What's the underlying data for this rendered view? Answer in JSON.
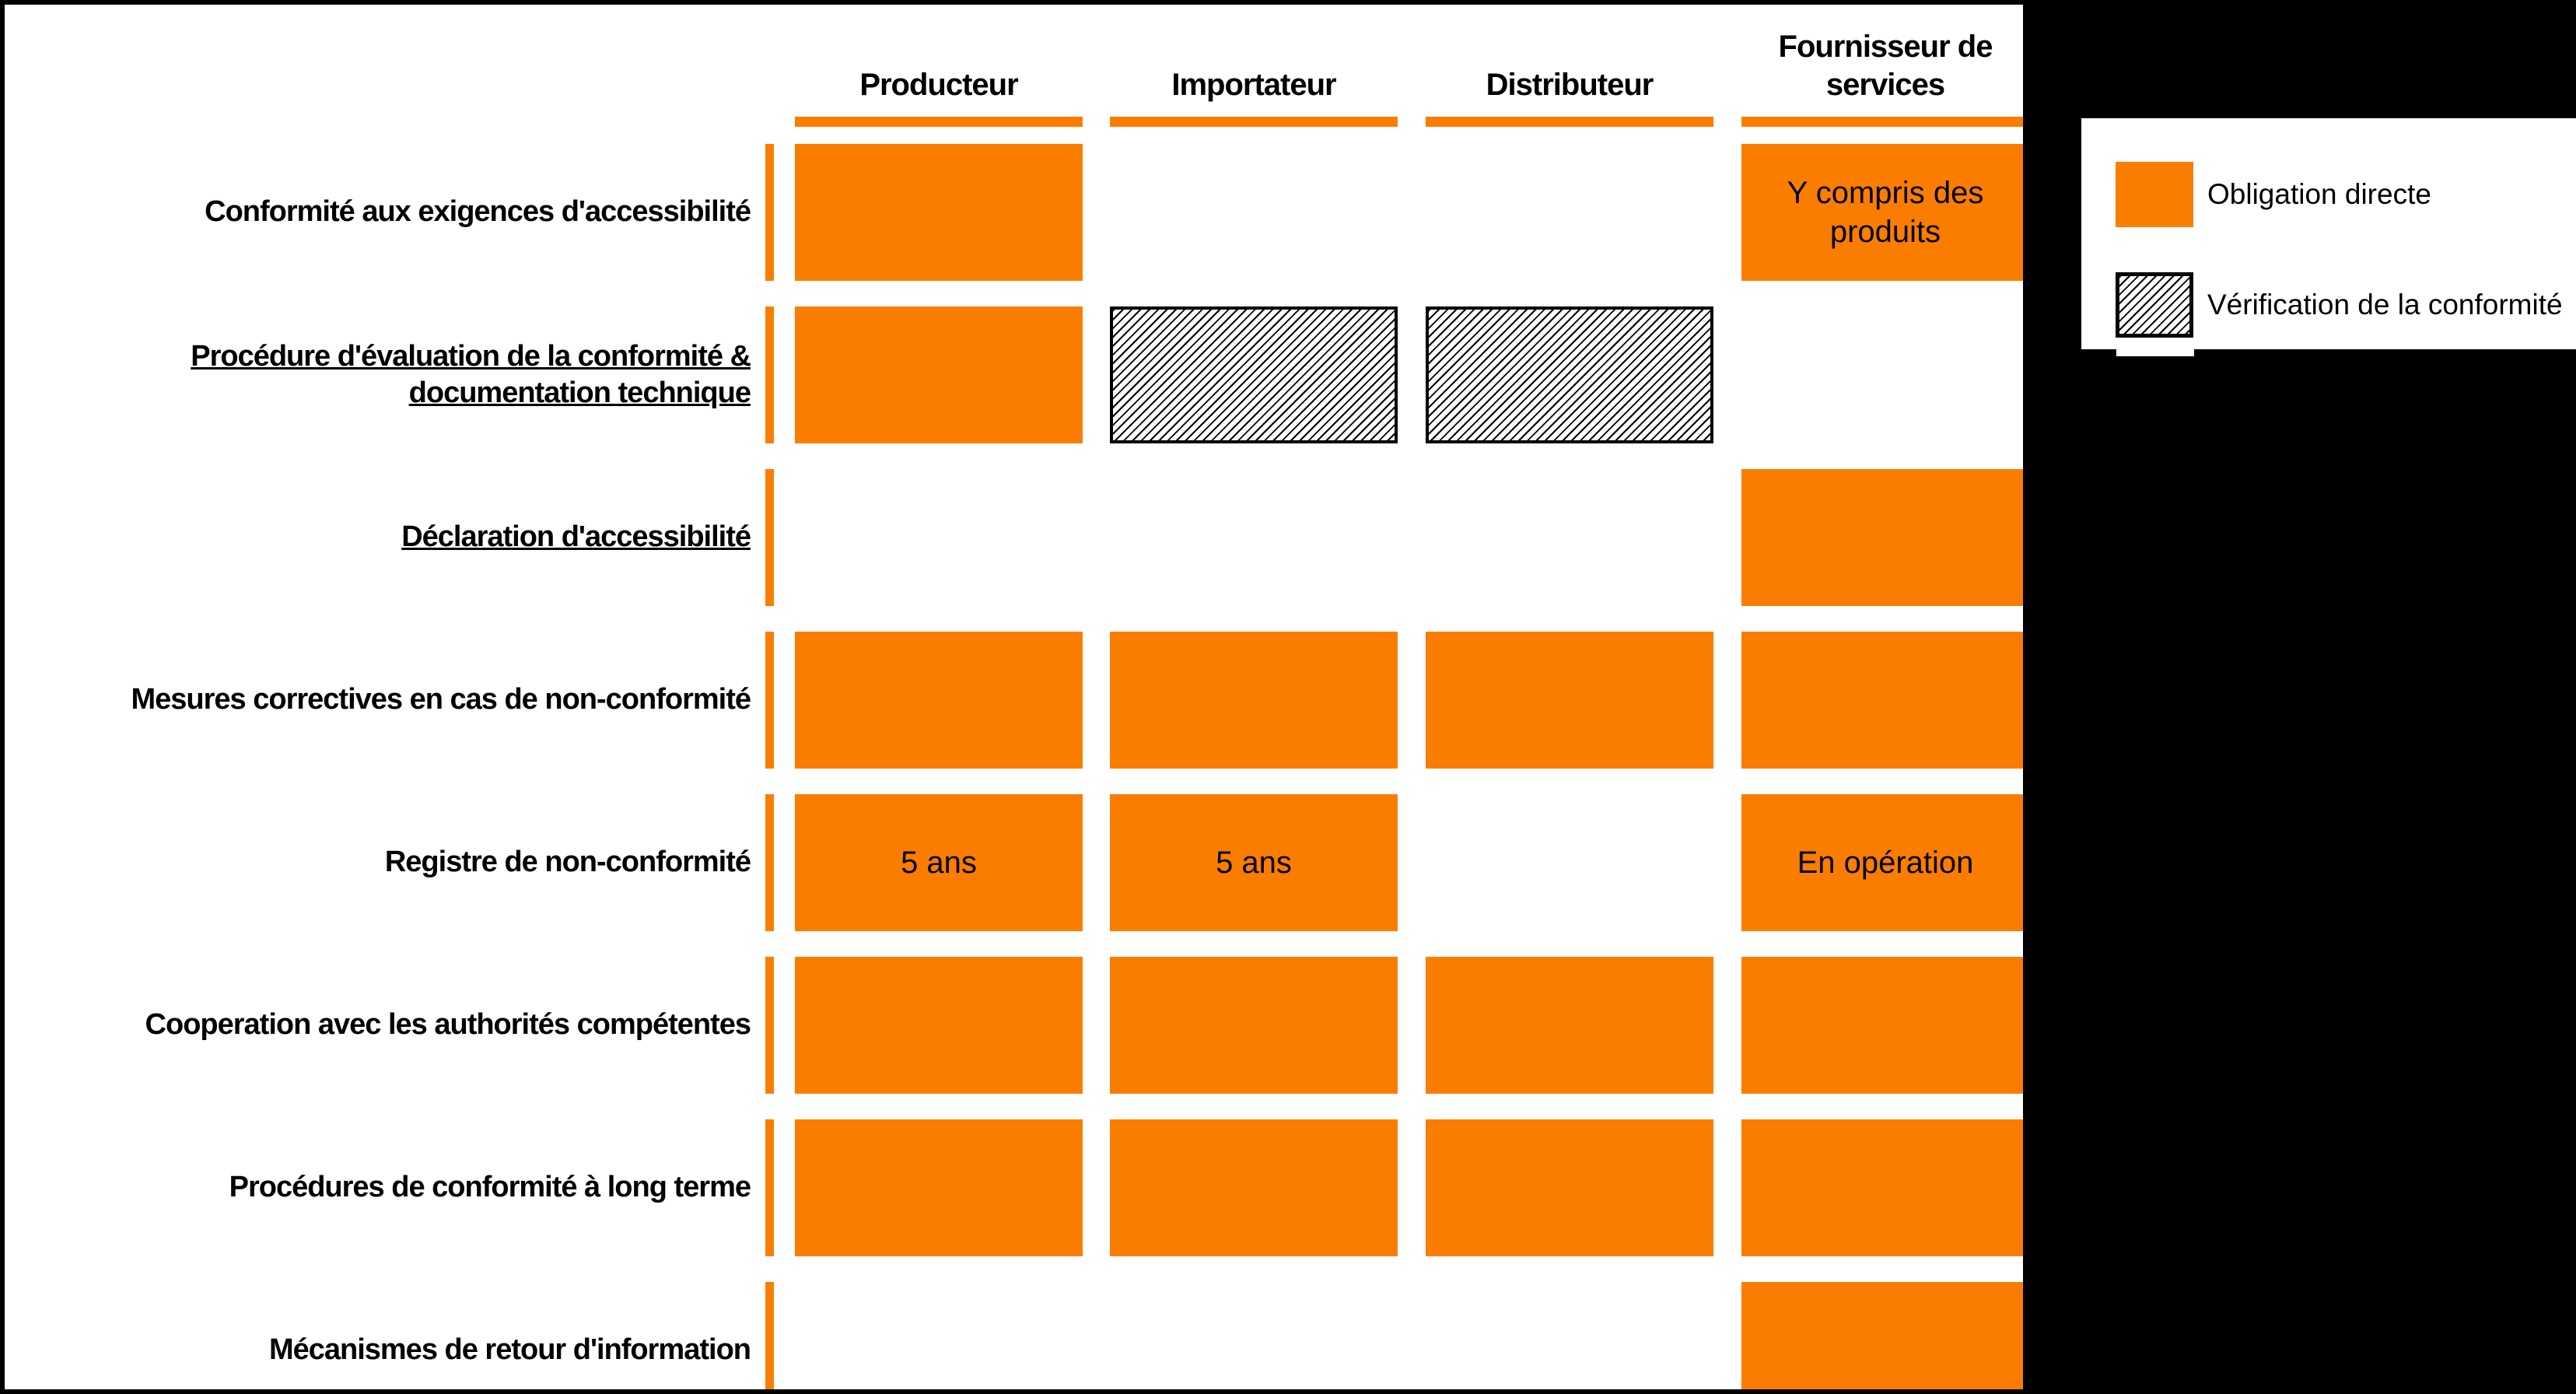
{
  "columns": [
    {
      "label": "Producteur"
    },
    {
      "label": "Importateur"
    },
    {
      "label": "Distributeur"
    },
    {
      "label": "Fournisseur de\nservices"
    }
  ],
  "rows": [
    {
      "label": "Conformité aux exigences d'accessibilité",
      "underlined": false,
      "cells": [
        {
          "type": "direct",
          "text": ""
        },
        null,
        null,
        {
          "type": "direct",
          "text": "Y compris des\nproduits"
        }
      ]
    },
    {
      "label": "Procédure d'évaluation de la conformité &\ndocumentation technique",
      "underlined": true,
      "cells": [
        {
          "type": "direct",
          "text": ""
        },
        {
          "type": "verification",
          "text": ""
        },
        {
          "type": "verification",
          "text": ""
        },
        null
      ]
    },
    {
      "label": "Déclaration d'accessibilité",
      "underlined": true,
      "cells": [
        null,
        null,
        null,
        {
          "type": "direct",
          "text": ""
        }
      ]
    },
    {
      "label": "Mesures correctives en cas de non-conformité",
      "underlined": false,
      "cells": [
        {
          "type": "direct",
          "text": ""
        },
        {
          "type": "direct",
          "text": ""
        },
        {
          "type": "direct",
          "text": ""
        },
        {
          "type": "direct",
          "text": ""
        }
      ]
    },
    {
      "label": "Registre de non-conformité",
      "underlined": false,
      "cells": [
        {
          "type": "direct",
          "text": "5 ans"
        },
        {
          "type": "direct",
          "text": "5 ans"
        },
        null,
        {
          "type": "direct",
          "text": "En opération"
        }
      ]
    },
    {
      "label": "Cooperation avec les authorités compétentes",
      "underlined": false,
      "cells": [
        {
          "type": "direct",
          "text": ""
        },
        {
          "type": "direct",
          "text": ""
        },
        {
          "type": "direct",
          "text": ""
        },
        {
          "type": "direct",
          "text": ""
        }
      ]
    },
    {
      "label": "Procédures de conformité à long terme",
      "underlined": false,
      "cells": [
        {
          "type": "direct",
          "text": ""
        },
        {
          "type": "direct",
          "text": ""
        },
        {
          "type": "direct",
          "text": ""
        },
        {
          "type": "direct",
          "text": ""
        }
      ]
    },
    {
      "label": "Mécanismes de retour d'information",
      "underlined": false,
      "cells": [
        null,
        null,
        null,
        {
          "type": "direct",
          "text": ""
        }
      ]
    }
  ],
  "legend": [
    {
      "type": "direct",
      "label": "Obligation directe"
    },
    {
      "type": "verification",
      "label": "Vérification de la conformité"
    }
  ],
  "colors": {
    "accent_orange": "#FB7D00",
    "hatch_line": "#000000",
    "frame_black": "#000000",
    "background": "#FFFFFF"
  }
}
